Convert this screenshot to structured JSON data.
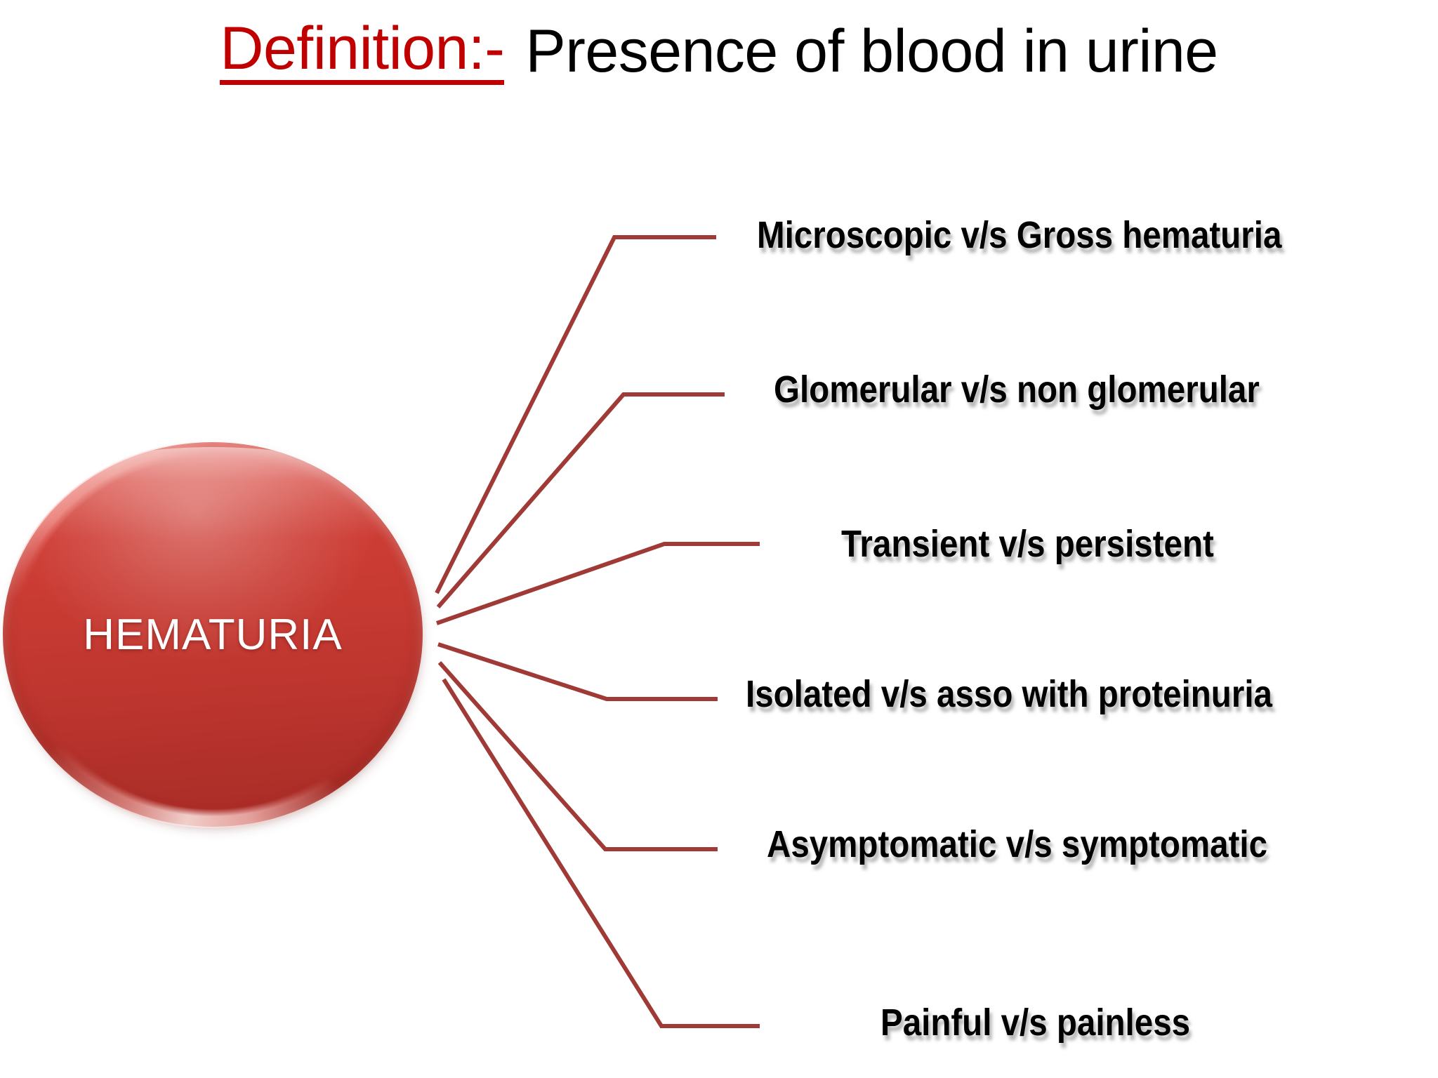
{
  "slide": {
    "title": {
      "keyword": "Definition:-",
      "rest": "Presence of blood in urine",
      "keyword_color": "#C00000",
      "rest_color": "#000000"
    },
    "background_color": "#FFFFFF"
  },
  "diagram": {
    "type": "radial-spoke",
    "hub": {
      "label": "HEMATURIA",
      "shape": "ellipse",
      "fill_color": "#C63A32",
      "text_color": "#FFFFFF"
    },
    "connector_color": "#A03A36",
    "branches": [
      {
        "label": "Microscopic v/s Gross hematuria"
      },
      {
        "label": "Glomerular v/s non glomerular"
      },
      {
        "label": "Transient v/s persistent"
      },
      {
        "label": "Isolated v/s asso with proteinuria"
      },
      {
        "label": "Asymptomatic v/s symptomatic"
      },
      {
        "label": "Painful v/s painless"
      }
    ]
  }
}
